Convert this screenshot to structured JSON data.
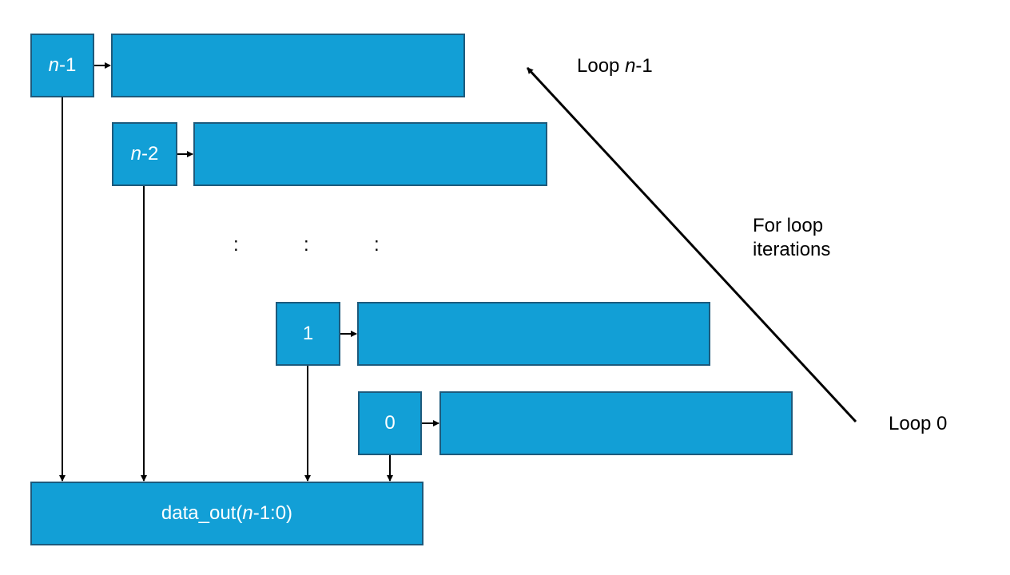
{
  "iterations": [
    {
      "index_prefix": "n",
      "index_suffix": "-1"
    },
    {
      "index_prefix": "n",
      "index_suffix": "-2"
    },
    {
      "index_prefix": "",
      "index_suffix": "1"
    },
    {
      "index_prefix": "",
      "index_suffix": "0"
    }
  ],
  "ellipsis": [
    ":",
    ":",
    ":"
  ],
  "output": {
    "label_prefix": "data_out(",
    "label_italic": "n",
    "label_suffix": "-1:0)"
  },
  "annotations": {
    "loop_top_prefix": "Loop ",
    "loop_top_italic": "n",
    "loop_top_suffix": "-1",
    "loop_bottom": "Loop 0",
    "direction_line1": "For loop",
    "direction_line2": "iterations"
  },
  "colors": {
    "box_fill": "#129fd6",
    "box_border": "#1d5a7c",
    "line": "#000000"
  }
}
